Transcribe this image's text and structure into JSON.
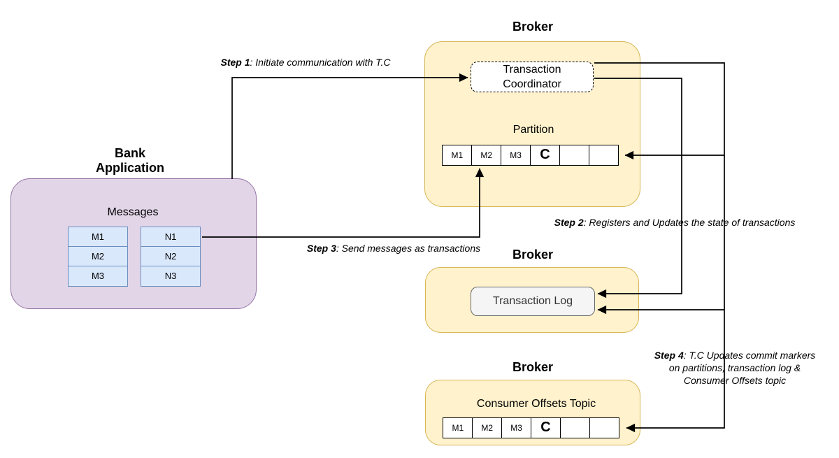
{
  "bank_app": {
    "title_line1": "Bank",
    "title_line2": "Application",
    "messages_label": "Messages",
    "m_stack": [
      "M1",
      "M2",
      "M3"
    ],
    "n_stack": [
      "N1",
      "N2",
      "N3"
    ]
  },
  "broker_top": {
    "label": "Broker",
    "coordinator_line1": "Transaction",
    "coordinator_line2": "Coordinator",
    "partition_label": "Partition",
    "partition_cells": [
      "M1",
      "M2",
      "M3",
      "C",
      "",
      ""
    ]
  },
  "broker_middle": {
    "label": "Broker",
    "log_label": "Transaction Log"
  },
  "broker_bottom": {
    "label": "Broker",
    "topic_label": "Consumer Offsets Topic",
    "topic_cells": [
      "M1",
      "M2",
      "M3",
      "C",
      "",
      ""
    ]
  },
  "steps": {
    "step1": {
      "label": "Step 1",
      "text": ": Initiate communication with T.C"
    },
    "step2": {
      "label": "Step 2",
      "text": ": Registers and Updates the state of transactions"
    },
    "step3": {
      "label": "Step 3",
      "text": ": Send messages as transactions"
    },
    "step4": {
      "label": "Step 4",
      "text": ": T.C Updates commit markers",
      "line2": "on partitions, transaction log &",
      "line3": "Consumer Offsets topic"
    }
  },
  "colors": {
    "broker_fill": "#FFF2CC",
    "broker_border": "#D6B656",
    "bank_fill": "#E1D5E7",
    "bank_border": "#9673A6",
    "message_fill": "#DAE8FC",
    "message_border": "#6C8EBF",
    "log_fill": "#F5F5F5",
    "log_border": "#666666",
    "edge_color": "#000000"
  }
}
